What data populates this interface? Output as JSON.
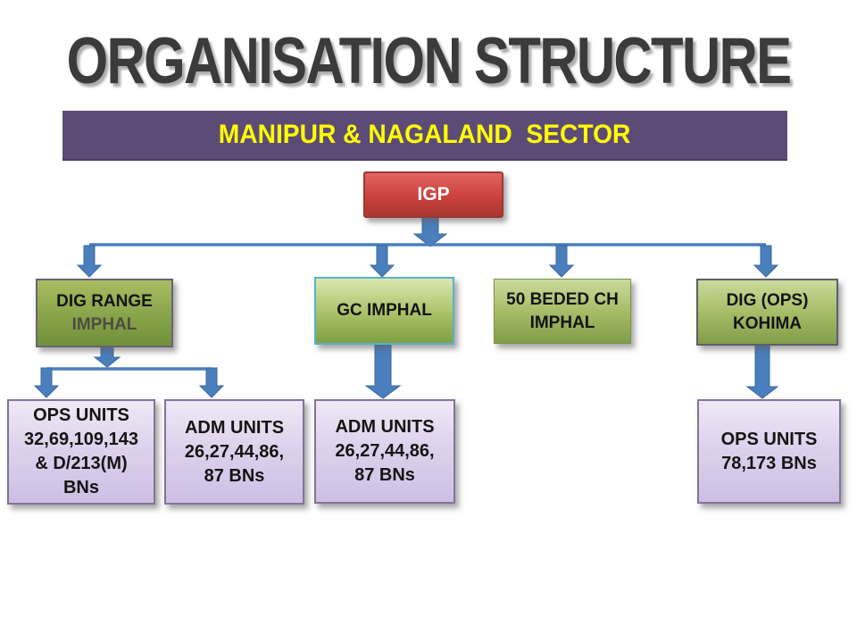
{
  "slide": {
    "title": "ORGANISATION STRUCTURE",
    "banner": "MANIPUR & NAGALAND  SECTOR"
  },
  "colors": {
    "banner_bg": "#5D4B77",
    "banner_text": "#FFFF00",
    "connector_blue": "#4A7EBD",
    "igp_red": "#C7413C",
    "green_box_top": "#CBDA9C",
    "green_box_bottom": "#829D4A",
    "dark_green_box": "#8AA64C",
    "gc_border_teal": "#55B3C9",
    "lavender_box_top": "#EFE9F6",
    "lavender_box_bottom": "#CDBFE3",
    "lavender_border": "#857299"
  },
  "nodes": {
    "igp": {
      "label": "IGP"
    },
    "dig_range": {
      "line1": "DIG RANGE",
      "line2": "IMPHAL"
    },
    "gc": {
      "line1": "GC IMPHAL"
    },
    "hospital": {
      "line1": "50 BEDED CH",
      "line2": "IMPHAL"
    },
    "dig_ops": {
      "line1": "DIG (OPS)",
      "line2": "KOHIMA"
    },
    "ops_units_imphal": {
      "line1": "OPS UNITS",
      "line2": "32,69,109,143",
      "line3": "& D/213(M)",
      "line4": "BNs"
    },
    "adm_units_range": {
      "line1": "ADM UNITS",
      "line2": "26,27,44,86,",
      "line3": "87 BNs"
    },
    "adm_units_gc": {
      "line1": "ADM UNITS",
      "line2": "26,27,44,86,",
      "line3": "87 BNs"
    },
    "ops_units_kohima": {
      "line1": "OPS UNITS",
      "line2": "78,173 BNs"
    }
  }
}
